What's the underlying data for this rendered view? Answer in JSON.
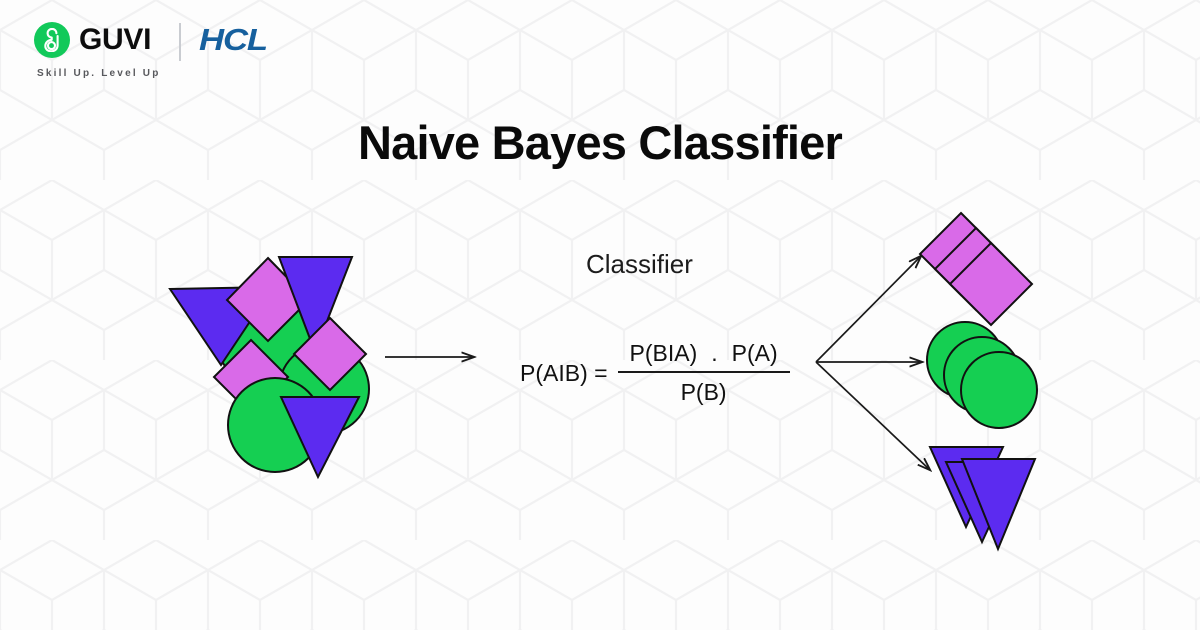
{
  "header": {
    "guvi_logo_icon": "guvi-g-mark-icon",
    "guvi_name": "GUVI",
    "guvi_tagline": "Skill Up. Level Up",
    "hcl_name": "HCL"
  },
  "title": "Naive Bayes Classifier",
  "classifier_label": "Classifier",
  "formula": {
    "lhs": "P(AIB) =",
    "numerator_left": "P(BIA)",
    "numerator_operator": ".",
    "numerator_right": "P(A)",
    "denominator": "P(B)"
  },
  "colors": {
    "green": "#15cf52",
    "violet": "#5c2bf0",
    "orchid": "#d96ae8",
    "outline": "#111111",
    "guvi_green": "#12c95a",
    "hcl_blue": "#16609e",
    "background": "#fdfdfd",
    "pattern_line": "#f2f2f3",
    "title_text": "#0a0a0a"
  },
  "diagram": {
    "input_cluster_label": "mixed-shapes-cluster",
    "input_arrow_label": "input-arrow",
    "output_groups": [
      {
        "name": "orchid-diamond-group",
        "shape": "diamond",
        "color": "#d96ae8",
        "count": 3
      },
      {
        "name": "green-circle-group",
        "shape": "circle",
        "color": "#15cf52",
        "count": 3
      },
      {
        "name": "violet-triangle-group",
        "shape": "triangle",
        "color": "#5c2bf0",
        "count": 3
      }
    ],
    "input_shapes": [
      {
        "shape": "triangle",
        "color": "#5c2bf0"
      },
      {
        "shape": "triangle",
        "color": "#5c2bf0"
      },
      {
        "shape": "triangle",
        "color": "#5c2bf0"
      },
      {
        "shape": "diamond",
        "color": "#d96ae8"
      },
      {
        "shape": "diamond",
        "color": "#d96ae8"
      },
      {
        "shape": "diamond",
        "color": "#d96ae8"
      },
      {
        "shape": "circle",
        "color": "#15cf52"
      },
      {
        "shape": "circle",
        "color": "#15cf52"
      },
      {
        "shape": "circle",
        "color": "#15cf52"
      }
    ],
    "fan_arrows": 3
  }
}
